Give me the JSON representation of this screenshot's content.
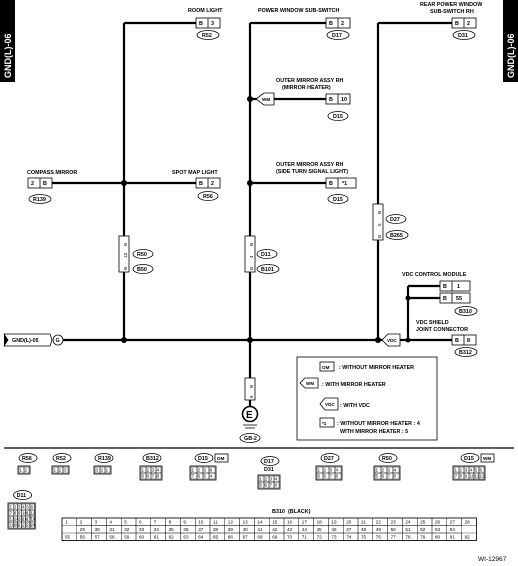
{
  "side_tab_left": "GND(L)-06",
  "side_tab_right": "GND(L)-06",
  "components": {
    "room_light": {
      "name": "ROOM LIGHT",
      "pin_letter": "B",
      "pin_no": "3",
      "connector": "R52"
    },
    "pw_sub_switch": {
      "name": "POWER WINDOW SUB-SWITCH",
      "pin_letter": "B",
      "pin_no": "2",
      "connector": "D17"
    },
    "rear_pw_sub_switch": {
      "name_line1": "REAR POWER WINDOW",
      "name_line2": "SUB-SWITCH RH",
      "pin_letter": "B",
      "pin_no": "2",
      "connector": "D31"
    },
    "outer_mirror_heater": {
      "name_line1": "OUTER MIRROR ASSY RH",
      "name_line2": "(MIRROR HEATER)",
      "flag": "WM",
      "pin_letter": "B",
      "pin_no": "10",
      "connector": "D15"
    },
    "compass_mirror": {
      "name": "COMPASS MIRROR",
      "pin_no": "2",
      "pin_letter": "B",
      "connector": "R139"
    },
    "spot_map_light": {
      "name": "SPOT MAP LIGHT",
      "pin_letter": "B",
      "pin_no": "2",
      "connector": "R56"
    },
    "outer_mirror_turn": {
      "name_line1": "OUTER MIRROR ASSY RH",
      "name_line2": "(SIDE TURN SIGNAL LIGHT)",
      "pin_letter": "B",
      "pin_no": "*1",
      "connector": "D15"
    },
    "vdc_module": {
      "name": "VDC CONTROL MODULE",
      "pin_letter": "B",
      "pin1": "1",
      "pin2": "55",
      "connector": "B310"
    },
    "vdc_shield": {
      "name_line1": "VDC SHIELD",
      "name_line2": "JOINT CONNECTOR",
      "flag": "VDC",
      "pin_letter": "B",
      "pin_no": "8",
      "connector": "B312"
    },
    "ground": {
      "symbol": "E",
      "connector": "GB-2"
    }
  },
  "ground_label": "GND(L)-05",
  "ground_label_mark": "G",
  "splices": {
    "left": {
      "top": "R50",
      "bottom": "B50",
      "pins": [
        "B",
        "13",
        "B"
      ]
    },
    "mid": {
      "top": "D11",
      "bottom": "B101",
      "pins": [
        "B",
        "4",
        "B"
      ]
    },
    "right": {
      "top": "D27",
      "bottom": "B265",
      "pins": [
        "B",
        "5",
        "B"
      ]
    },
    "gnd_pins": [
      "B",
      "6"
    ]
  },
  "legend": {
    "items": [
      {
        "tag": "OM",
        "text": ": WITHOUT MIRROR HEATER"
      },
      {
        "tag": "WM",
        "text": ": WITH MIRROR HEATER"
      },
      {
        "tag": "VDC",
        "text": ": WITH VDC"
      },
      {
        "tag": "*1",
        "text": ": WITHOUT MIRROR HEATER : 4"
      },
      {
        "tag": "",
        "text": "WITH MIRROR HEATER      : 5"
      }
    ]
  },
  "connectors": [
    {
      "name": "R56",
      "pins": [
        "1",
        "2"
      ]
    },
    {
      "name": "R52",
      "pins": [
        "1",
        "2",
        "3"
      ]
    },
    {
      "name": "R139",
      "pins": [
        "3",
        "2",
        "1"
      ]
    },
    {
      "name": "B312",
      "pins": [
        "1",
        "2",
        "3",
        "4",
        "5",
        "6",
        "7",
        "8"
      ]
    },
    {
      "name": "D15",
      "tag": "OM",
      "pins": [
        "1",
        "2",
        "3",
        "8",
        "7",
        "6",
        "5",
        "4"
      ]
    },
    {
      "name_line1": "D17",
      "name_line2": "D31",
      "pins": [
        "1",
        "2",
        "3",
        "4",
        "5",
        "6",
        "7",
        "8"
      ]
    },
    {
      "name": "D27",
      "pins": [
        "1",
        "2",
        "3",
        "4",
        "5",
        "6",
        "7",
        "8"
      ]
    },
    {
      "name": "R50",
      "pins": [
        "1",
        "2",
        "3",
        "4",
        "5",
        "6",
        "7",
        "8"
      ]
    },
    {
      "name": "D15",
      "tag": "WM",
      "pins": [
        "1",
        "2",
        "3",
        "4",
        "5",
        "6",
        "7",
        "8",
        "9",
        "10",
        "11",
        "12"
      ]
    },
    {
      "name": "D11",
      "pins": [
        "1",
        "2",
        "3",
        "4",
        "5",
        "6",
        "7",
        "8",
        "9",
        "10",
        "11",
        "12",
        "13",
        "14",
        "15",
        "16",
        "17",
        "18",
        "19",
        "20",
        "21",
        "22",
        "23",
        "24"
      ]
    }
  ],
  "b310": {
    "label": "B310",
    "suffix": "(BLACK)",
    "row1": [
      "1",
      "2",
      "3",
      "4",
      "5",
      "6",
      "7",
      "8",
      "9",
      "10",
      "11",
      "12",
      "13",
      "14",
      "15",
      "16",
      "17",
      "18",
      "19",
      "20",
      "21",
      "22",
      "23",
      "24",
      "25",
      "26",
      "27",
      "28"
    ],
    "row2": [
      "29",
      "30",
      "31",
      "32",
      "33",
      "34",
      "35",
      "36",
      "37",
      "38",
      "39",
      "40",
      "41",
      "42",
      "43",
      "44",
      "45",
      "46",
      "47",
      "48",
      "49",
      "50",
      "51",
      "52",
      "53",
      "54"
    ],
    "row3": [
      "55",
      "56",
      "57",
      "58",
      "59",
      "60",
      "61",
      "62",
      "63",
      "64",
      "65",
      "66",
      "67",
      "68",
      "69",
      "70",
      "71",
      "72",
      "73",
      "74",
      "75",
      "76",
      "77",
      "78",
      "79",
      "80",
      "81",
      "82"
    ]
  },
  "figure_id": "WI-12967"
}
